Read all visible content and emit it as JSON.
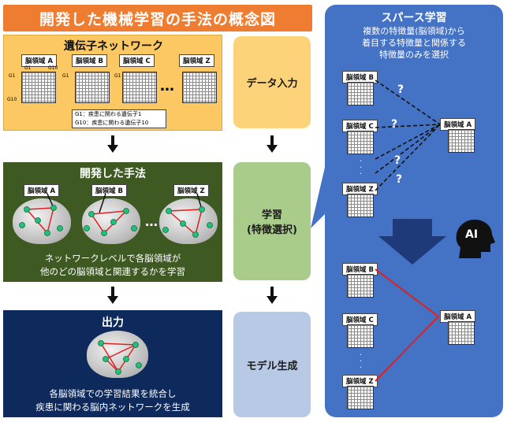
{
  "title": "開発した機械学習の手法の概念図",
  "gene_network": {
    "heading": "遺伝子ネットワーク",
    "regions": [
      "脳領域 A",
      "脳領域 B",
      "脳領域 C",
      "脳領域 Z"
    ],
    "axis_first": "G1",
    "axis_last": "G10",
    "ellipsis": "…",
    "legend_line1": "G1：疾患に関わる遺伝子1",
    "legend_line2": "G10：疾患に関わる遺伝子10"
  },
  "method": {
    "heading": "開発した手法",
    "regions": [
      "脳領域 A",
      "脳領域 B",
      "脳領域 Z"
    ],
    "ellipsis": "…",
    "desc_line1": "ネットワークレベルで各脳領域が",
    "desc_line2": "他のどの脳領域と関連するかを学習"
  },
  "output": {
    "heading": "出力",
    "desc_line1": "各脳領域での学習結果を統合し",
    "desc_line2": "疾患に関わる脳内ネットワークを生成"
  },
  "steps": {
    "data_input": "データ入力",
    "learning_line1": "学習",
    "learning_line2": "(特徴選択)",
    "model_gen": "モデル生成"
  },
  "sparse": {
    "heading": "スパース学習",
    "desc_line1": "複数の特徴量(脳領域)から",
    "desc_line2": "着目する特徴量と関係する",
    "desc_line3": "特徴量のみを選択",
    "top_labels": [
      "脳領域 B",
      "脳領域 C",
      "脳領域 Z"
    ],
    "top_target": "脳領域 A",
    "question": "?",
    "ai_badge": "AI",
    "bottom_labels": [
      "脳領域 B",
      "脳領域 C",
      "脳領域 Z"
    ],
    "bottom_target": "脳領域 A"
  },
  "colors": {
    "orange": "#ef7d31",
    "green": "#3e5a22",
    "navy": "#0e2a5c",
    "blue": "#4472c4",
    "red_link": "#e02020"
  }
}
